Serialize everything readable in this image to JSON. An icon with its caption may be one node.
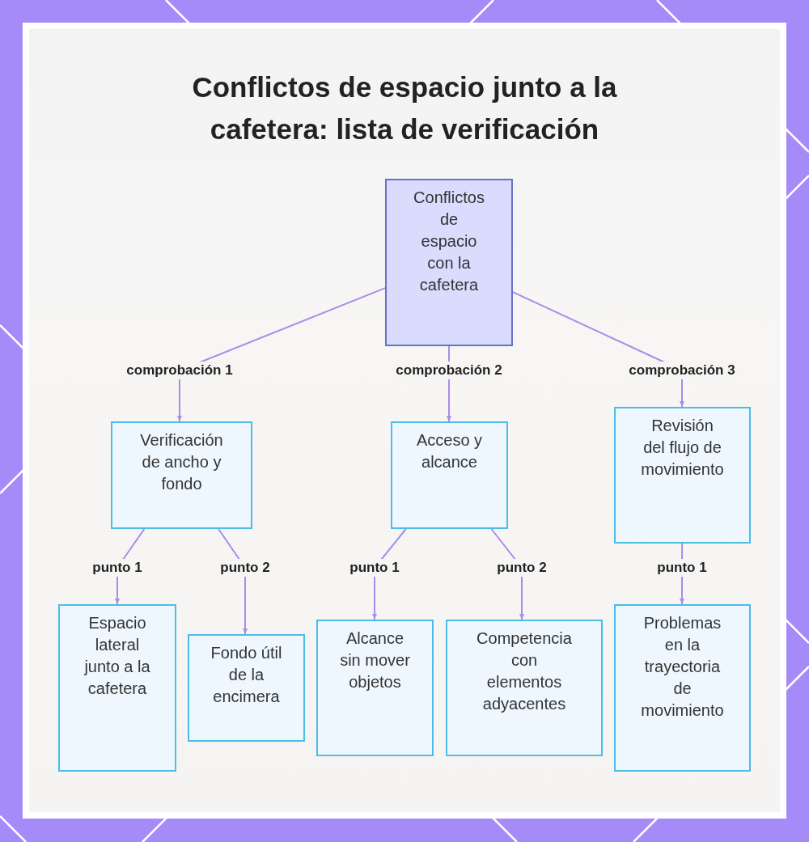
{
  "diagram": {
    "title": "Conflictos de espacio junto a la cafetera: lista de verificación",
    "nodes": [
      {
        "text": [
          "Conflictos de espacio con la cafetera"
        ]
      },
      {
        "text": [
          "Verificación de ancho y fondo"
        ]
      },
      {
        "text": [
          "Acceso y alcance"
        ]
      },
      {
        "text": [
          "Revisión del flujo de movimiento"
        ]
      },
      {
        "text": [
          "Espacio lateral junto a la cafetera"
        ]
      },
      {
        "text": [
          "Fondo útil de la encimera"
        ]
      },
      {
        "text": [
          "Alcance sin mover objetos"
        ]
      },
      {
        "text": [
          "Competencia con elementos adyacentes"
        ]
      },
      {
        "text": [
          "Problemas en la trayectoria de movimiento"
        ]
      }
    ],
    "edges": [
      {
        "from": 0,
        "to": 1,
        "arrow": "to",
        "label": "comprobación 1"
      },
      {
        "from": 0,
        "to": 2,
        "arrow": "to",
        "label": "comprobación 2"
      },
      {
        "from": 0,
        "to": 3,
        "arrow": "to",
        "label": "comprobación 3"
      },
      {
        "from": 1,
        "to": 4,
        "arrow": "to",
        "label": "punto 1"
      },
      {
        "from": 1,
        "to": 5,
        "arrow": "to",
        "label": "punto 2"
      },
      {
        "from": 2,
        "to": 6,
        "arrow": "to",
        "label": "punto 1"
      },
      {
        "from": 2,
        "to": 7,
        "arrow": "to",
        "label": "punto 2"
      },
      {
        "from": 3,
        "to": 8,
        "arrow": "to",
        "label": "punto 1"
      }
    ]
  }
}
